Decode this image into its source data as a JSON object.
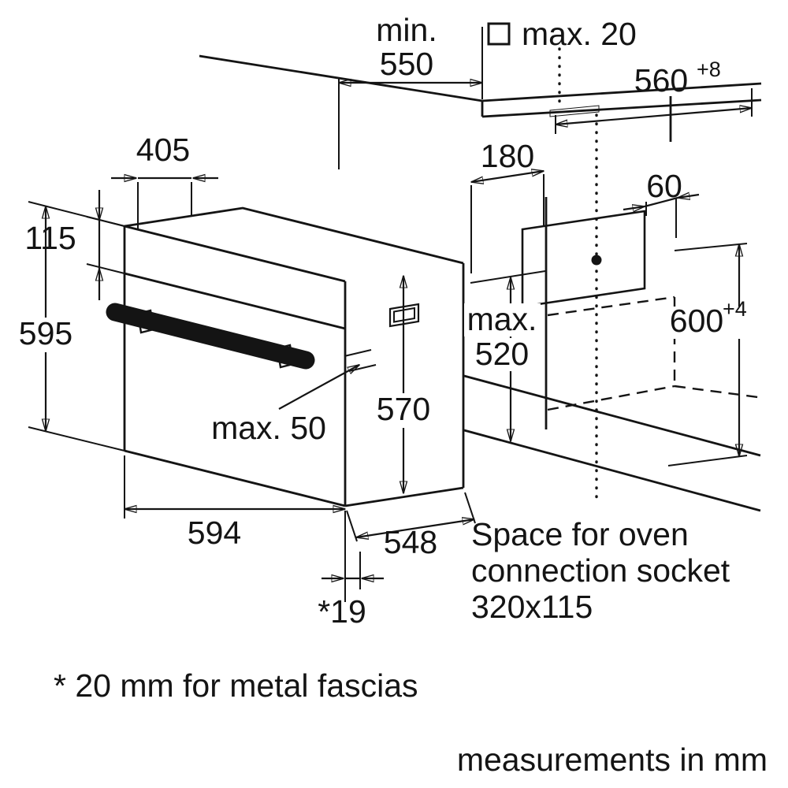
{
  "colors": {
    "line": "#141414",
    "background": "#ffffff"
  },
  "dimensions": {
    "niche_depth_label": "min.",
    "niche_depth_value": "550",
    "fascia_gap": "max. 20",
    "niche_width": "560",
    "niche_width_tol": "+8",
    "top_depth": "405",
    "socket_offset_horizontal": "180",
    "socket_offset_side": "60",
    "control_panel_height": "115",
    "oven_height": "595",
    "socket_max_label": "max.",
    "socket_max_value": "520",
    "niche_height": "600",
    "niche_height_tol": "+4",
    "carcass_height": "570",
    "handle_clearance": "max. 50",
    "oven_width": "594",
    "oven_depth": "548",
    "door_overhang": "*19"
  },
  "notes": {
    "socket_line1": "Space for oven",
    "socket_line2": "connection socket",
    "socket_line3": "320x115",
    "fascia": "* 20 mm for metal fascias",
    "units": "measurements in mm"
  }
}
